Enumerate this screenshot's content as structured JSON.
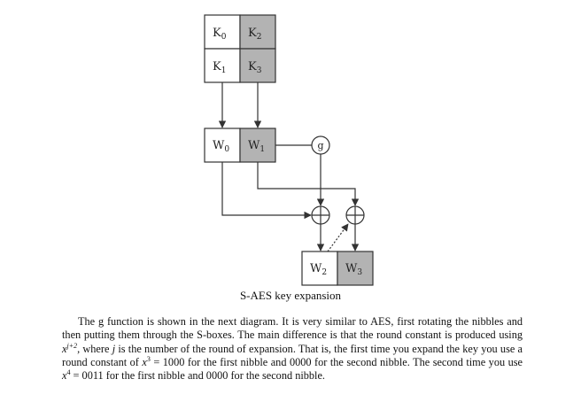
{
  "diagram": {
    "key_nibbles": [
      {
        "base": "K",
        "sub": "0"
      },
      {
        "base": "K",
        "sub": "2"
      },
      {
        "base": "K",
        "sub": "1"
      },
      {
        "base": "K",
        "sub": "3"
      }
    ],
    "w_first": [
      {
        "base": "W",
        "sub": "0"
      },
      {
        "base": "W",
        "sub": "1"
      }
    ],
    "g_label": "g",
    "w_second": [
      {
        "base": "W",
        "sub": "2"
      },
      {
        "base": "W",
        "sub": "3"
      }
    ],
    "colors": {
      "shaded": "#b3b3b3",
      "white": "#ffffff",
      "stroke": "#333333"
    }
  },
  "caption": "S-AES key expansion",
  "paragraph": {
    "p1": "The g function is shown in the next diagram. It is very similar to AES, first rotating the nibbles and then putting them through the S-boxes. The main difference is that the round constant is produced using ",
    "x": "x",
    "exp1": "j+2",
    "p2": ", where ",
    "j": "j",
    "p3": " is the number of the round of expansion. That is, the first time you expand the key you use a round constant of ",
    "x2": "x",
    "exp2": "3",
    "p4": " = 1000 for the first nibble and 0000 for the second nibble. The second time you use ",
    "x3": "x",
    "exp3": "4",
    "p5": " = 0011 for the first nibble and 0000 for the second nibble."
  }
}
